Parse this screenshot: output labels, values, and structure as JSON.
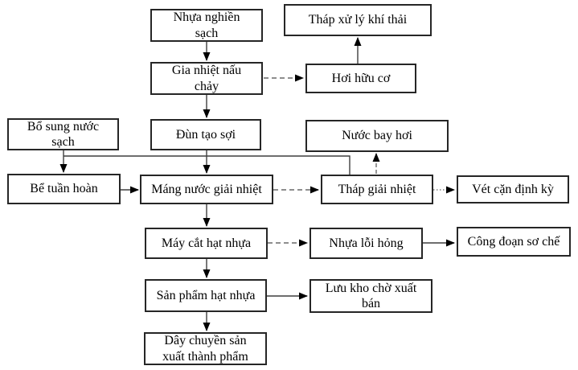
{
  "diagram": {
    "type": "flowchart",
    "language": "vi",
    "nodes": {
      "nhua_nghien_sach": {
        "label": "Nhựa nghiền sạch"
      },
      "thap_xu_ly_khi_thai": {
        "label": "Tháp xử lý khí thải"
      },
      "gia_nhiet_nau_chay": {
        "label": "Gia nhiệt nấu chảy"
      },
      "hoi_huu_co": {
        "label": "Hơi hữu cơ"
      },
      "bo_sung_nuoc_sach": {
        "label": "Bổ sung nước sạch"
      },
      "dun_tao_soi": {
        "label": "Đùn tạo sợi"
      },
      "nuoc_bay_hoi": {
        "label": "Nước bay hơi"
      },
      "be_tuan_hoan": {
        "label": "Bể tuần hoàn"
      },
      "mang_nuoc_giai_nhiet": {
        "label": "Máng nước giải nhiệt"
      },
      "thap_giai_nhiet": {
        "label": "Tháp giải nhiệt"
      },
      "vet_can_dinh_ky": {
        "label": "Vét cặn định kỳ"
      },
      "may_cat_hat_nhua": {
        "label": "Máy cắt hạt nhựa"
      },
      "nhua_loi_hong": {
        "label": "Nhựa lỗi hỏng"
      },
      "cong_doan_so_che": {
        "label": "Công đoạn sơ chế"
      },
      "san_pham_hat_nhua": {
        "label": "Sản phẩm hạt nhựa"
      },
      "luu_kho_cho_xuat_ban": {
        "label": "Lưu kho chờ xuất bán"
      },
      "day_chuyen_san_xuat_thanh_pham": {
        "label": "Dây chuyền sản xuất thành phẩm"
      }
    },
    "edges": [
      {
        "from": "Nhựa nghiền sạch",
        "to": "Gia nhiệt nấu chảy",
        "style": "solid"
      },
      {
        "from": "Gia nhiệt nấu chảy",
        "to": "Hơi hữu cơ",
        "style": "dashed"
      },
      {
        "from": "Hơi hữu cơ",
        "to": "Tháp xử lý khí thải",
        "style": "solid"
      },
      {
        "from": "Gia nhiệt nấu chảy",
        "to": "Đùn tạo sợi",
        "style": "solid"
      },
      {
        "from": "Đùn tạo sợi",
        "to": "Máng nước giải nhiệt",
        "style": "solid"
      },
      {
        "from": "Bổ sung nước sạch",
        "to": "Bể tuần hoàn",
        "style": "solid"
      },
      {
        "from": "Tháp giải nhiệt",
        "to": "Bể tuần hoàn",
        "style": "solid"
      },
      {
        "from": "Bể tuần hoàn",
        "to": "Máng nước giải nhiệt",
        "style": "solid"
      },
      {
        "from": "Máng nước giải nhiệt",
        "to": "Tháp giải nhiệt",
        "style": "dashed"
      },
      {
        "from": "Tháp giải nhiệt",
        "to": "Nước bay hơi",
        "style": "dashed"
      },
      {
        "from": "Tháp giải nhiệt",
        "to": "Vét cặn định kỳ",
        "style": "dotted"
      },
      {
        "from": "Máng nước giải nhiệt",
        "to": "Máy cắt hạt nhựa",
        "style": "solid"
      },
      {
        "from": "Máy cắt hạt nhựa",
        "to": "Nhựa lỗi hỏng",
        "style": "dashed"
      },
      {
        "from": "Nhựa lỗi hỏng",
        "to": "Công đoạn sơ chế",
        "style": "solid"
      },
      {
        "from": "Máy cắt hạt nhựa",
        "to": "Sản phẩm hạt nhựa",
        "style": "solid"
      },
      {
        "from": "Sản phẩm hạt nhựa",
        "to": "Lưu kho chờ xuất bán",
        "style": "solid"
      },
      {
        "from": "Sản phẩm hạt nhựa",
        "to": "Dây chuyền sản xuất thành phẩm",
        "style": "solid"
      }
    ],
    "colors": {
      "background": "#ffffff",
      "box_border": "#262626",
      "solid_line": "#3f3f3f",
      "dashed_line": "#7f7f7f",
      "arrowhead": "#000000"
    }
  }
}
